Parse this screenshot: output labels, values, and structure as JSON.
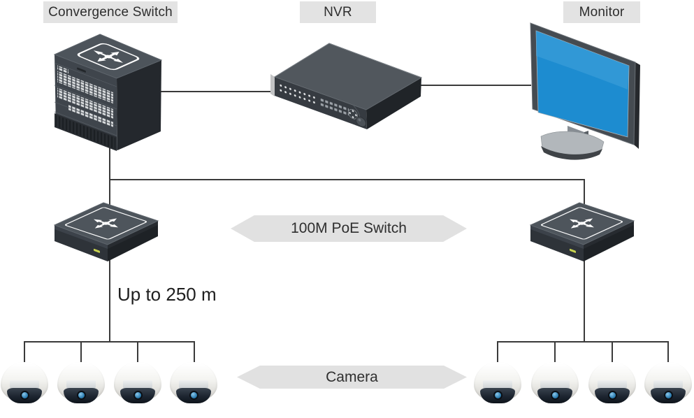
{
  "diagram": {
    "background": "#ffffff",
    "labels": {
      "convergence_switch": "Convergence Switch",
      "nvr": "NVR",
      "monitor": "Monitor"
    },
    "banners": {
      "poe_switch": "100M PoE Switch",
      "camera": "Camera"
    },
    "annotations": {
      "max_distance": "Up to 250 m"
    },
    "devices": {
      "convergence_switch": {
        "name": "Convergence Switch",
        "icon": "switch-arrows-icon"
      },
      "nvr": {
        "name": "NVR"
      },
      "monitor": {
        "name": "Monitor"
      },
      "poe_switch_left": {
        "name": "100M PoE Switch",
        "icon": "switch-arrows-icon"
      },
      "poe_switch_right": {
        "name": "100M PoE Switch",
        "icon": "switch-arrows-icon"
      },
      "camera_count_left": 4,
      "camera_count_right": 4
    },
    "colors": {
      "label_bg": "#e3e3e3",
      "banner_bg": "#e1e1e1",
      "line": "#3a3a3a",
      "device_top": "#4e555c",
      "device_front": "#383e44",
      "device_side": "#22262a",
      "monitor_screen": "#1d8cd0",
      "camera_lens": "#3585bb",
      "led_yellow": "#c9d44f"
    }
  }
}
